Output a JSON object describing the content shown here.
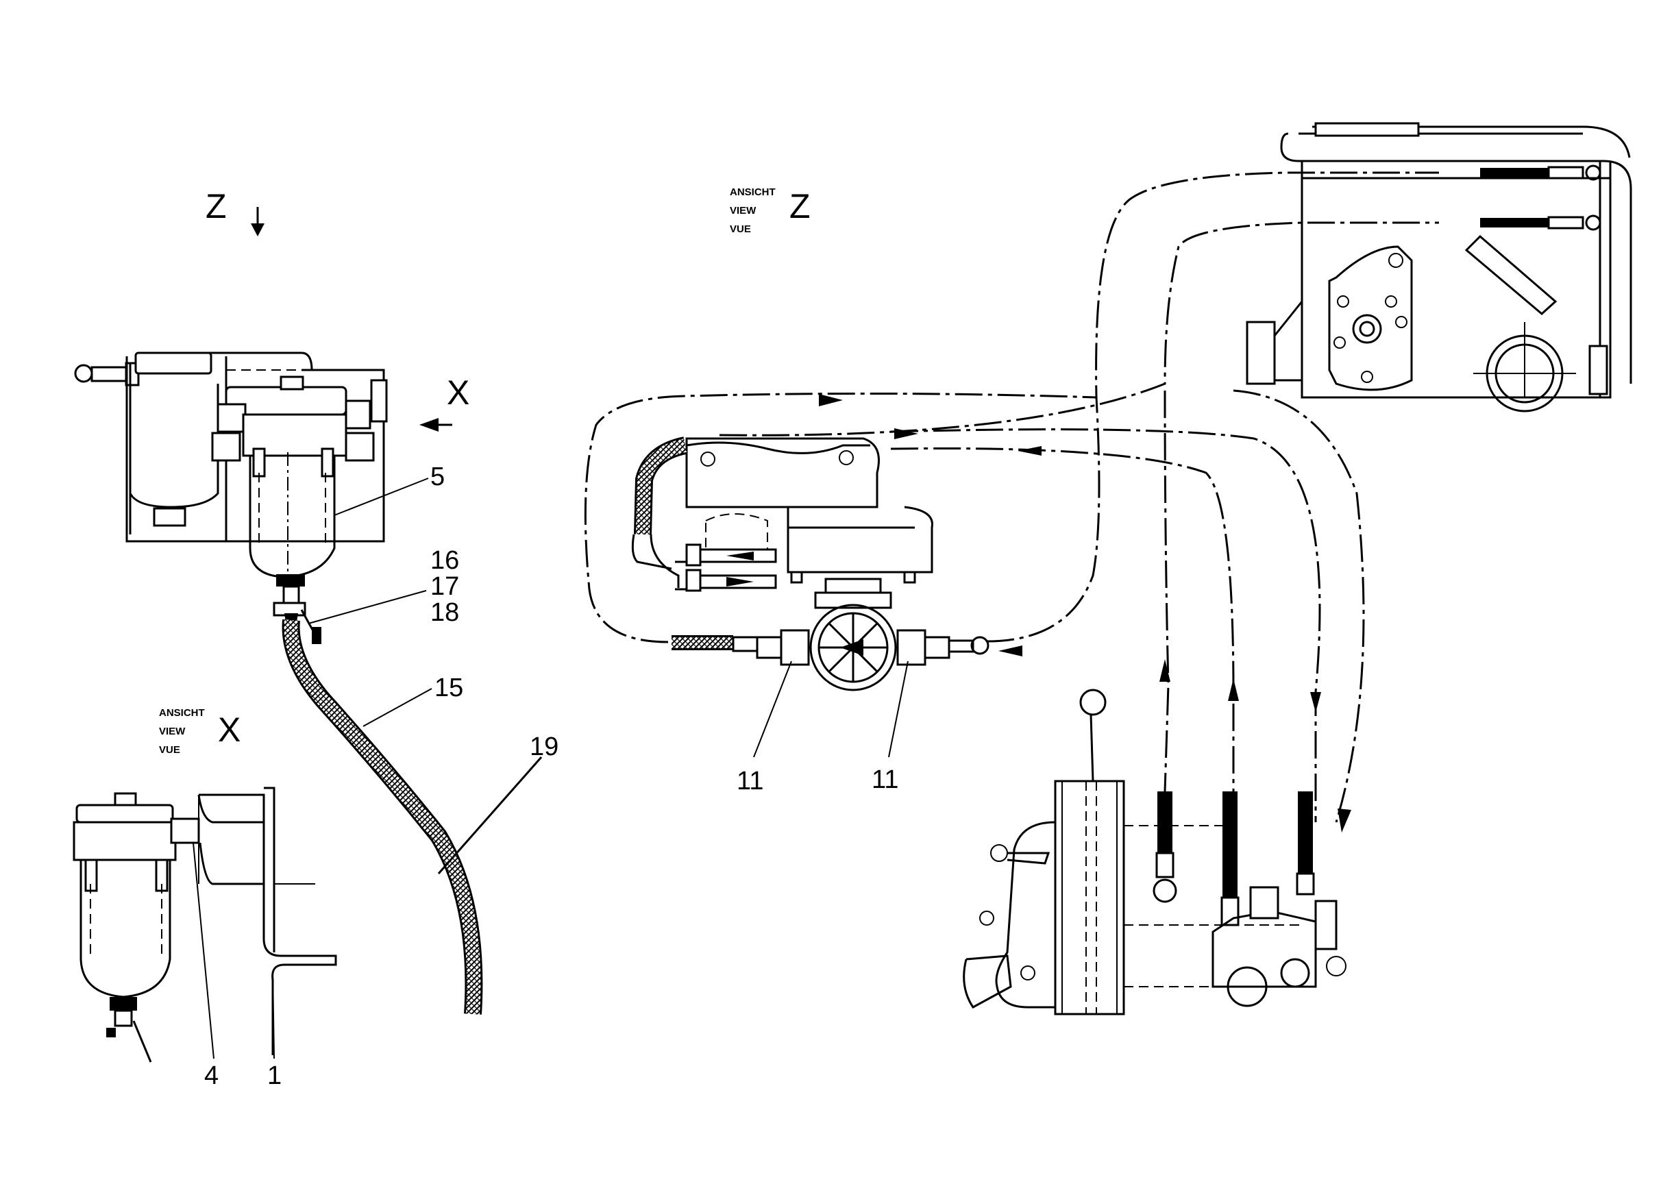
{
  "views": {
    "z_marker": "Z",
    "x_marker": "X",
    "view_z": {
      "line1": "ANSICHT",
      "line2": "VIEW",
      "line3": "VUE",
      "letter": "Z"
    },
    "view_x": {
      "line1": "ANSICHT",
      "line2": "VIEW",
      "line3": "VUE",
      "letter": "X"
    }
  },
  "callouts": {
    "c5": "5",
    "c16": "16",
    "c17": "17",
    "c18": "18",
    "c15": "15",
    "c19": "19",
    "c4": "4",
    "c1": "1",
    "c11_left": "11",
    "c11_right": "11"
  },
  "icons": [
    "flow-arrow-icon",
    "view-direction-arrow-icon",
    "hatched-hose-icon"
  ]
}
